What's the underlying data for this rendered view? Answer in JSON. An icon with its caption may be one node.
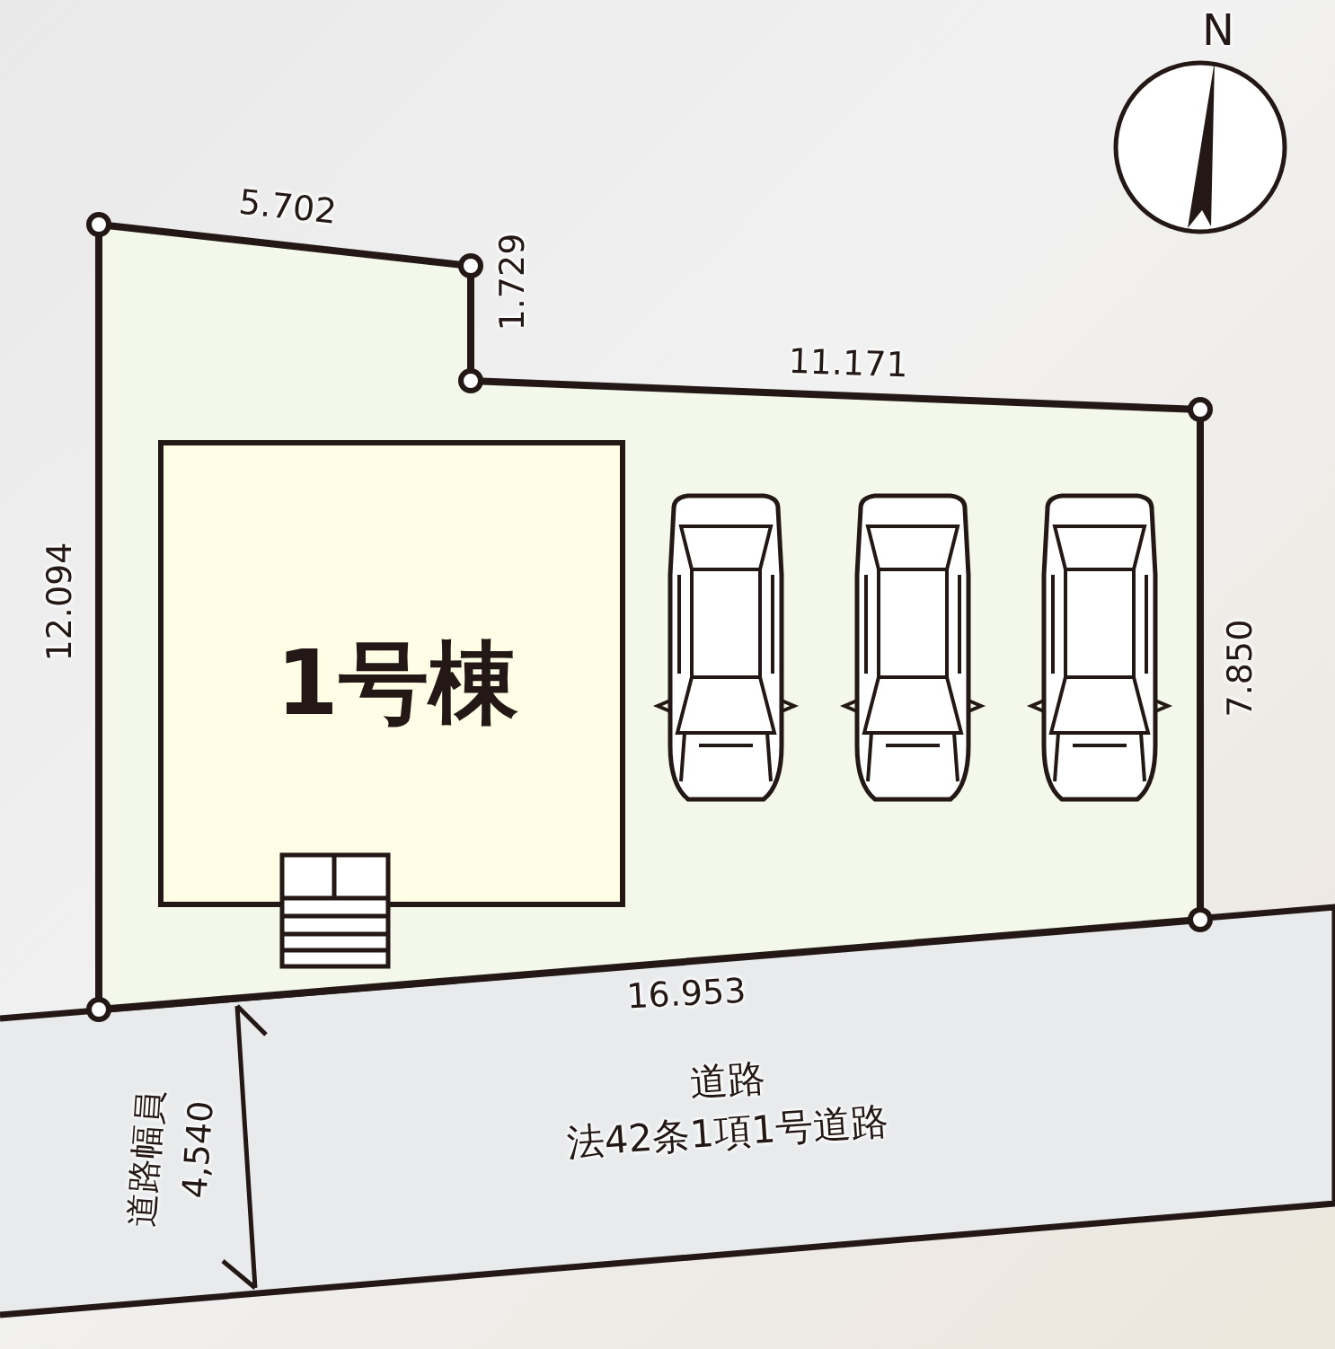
{
  "diagram": {
    "nodes": [
      {
        "text": [
          "1号棟"
        ]
      },
      {
        "text": [
          "道路",
          "法42条1項1号道路"
        ]
      }
    ],
    "labels": [
      "N",
      "5.702",
      "1.729",
      "11.171",
      "12.094",
      "7.850",
      "16.953",
      "道路幅員",
      "4,540"
    ]
  }
}
